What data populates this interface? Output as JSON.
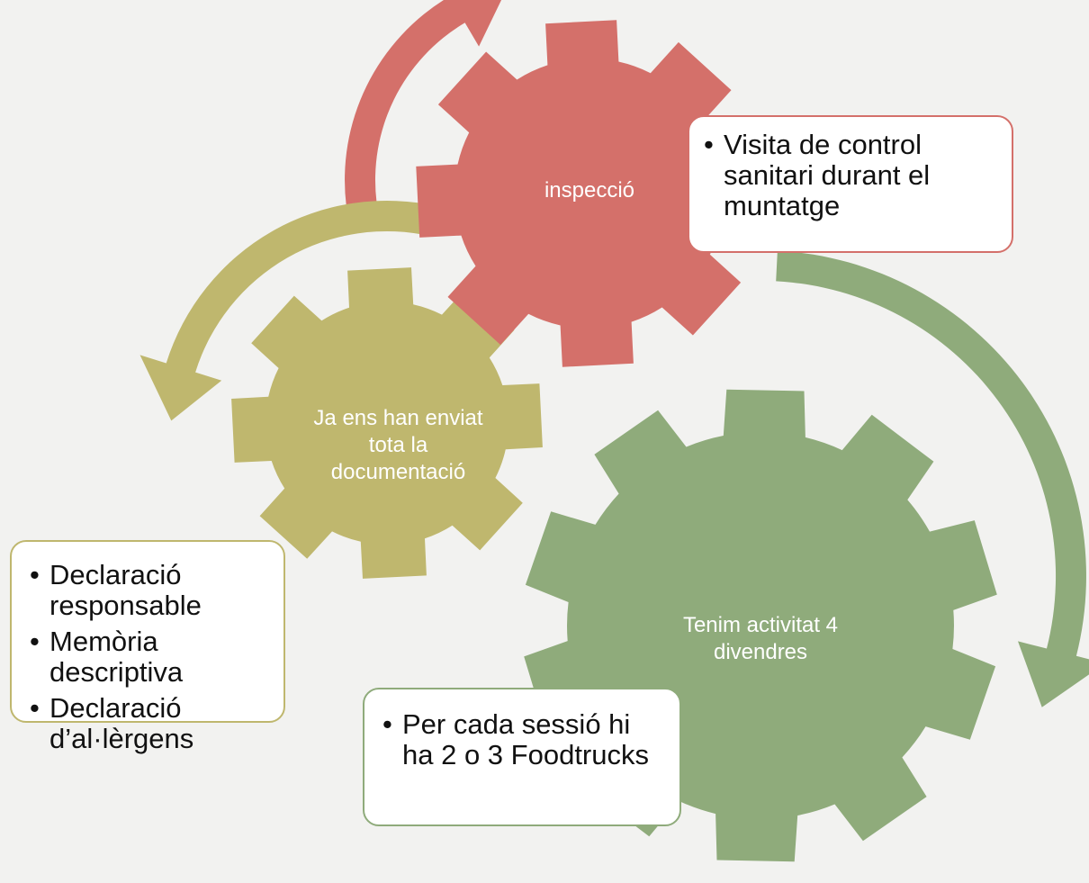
{
  "diagram": {
    "gears": [
      {
        "id": "inspection",
        "label": "inspecció",
        "color": "#d4706a"
      },
      {
        "id": "documentation",
        "label": "Ja ens han enviat tota la documentació",
        "color": "#bfb76e"
      },
      {
        "id": "activity",
        "label": "Tenim activitat 4 divendres",
        "color": "#8fab7b"
      }
    ],
    "callouts": {
      "inspection": {
        "border_color": "#d4706a",
        "items": [
          "Visita de control sanitari durant el muntatge"
        ]
      },
      "documentation": {
        "border_color": "#bfb76e",
        "items": [
          "Declaració responsable",
          "Memòria descriptiva",
          "Declaració d’al·lèrgens"
        ]
      },
      "activity": {
        "border_color": "#8fab7b",
        "items": [
          "Per cada sessió hi ha 2 o 3 Foodtrucks"
        ]
      }
    },
    "arrows": [
      {
        "id": "arrow-red",
        "color": "#d4706a"
      },
      {
        "id": "arrow-olive",
        "color": "#bfb76e"
      },
      {
        "id": "arrow-green",
        "color": "#8fab7b"
      }
    ]
  }
}
